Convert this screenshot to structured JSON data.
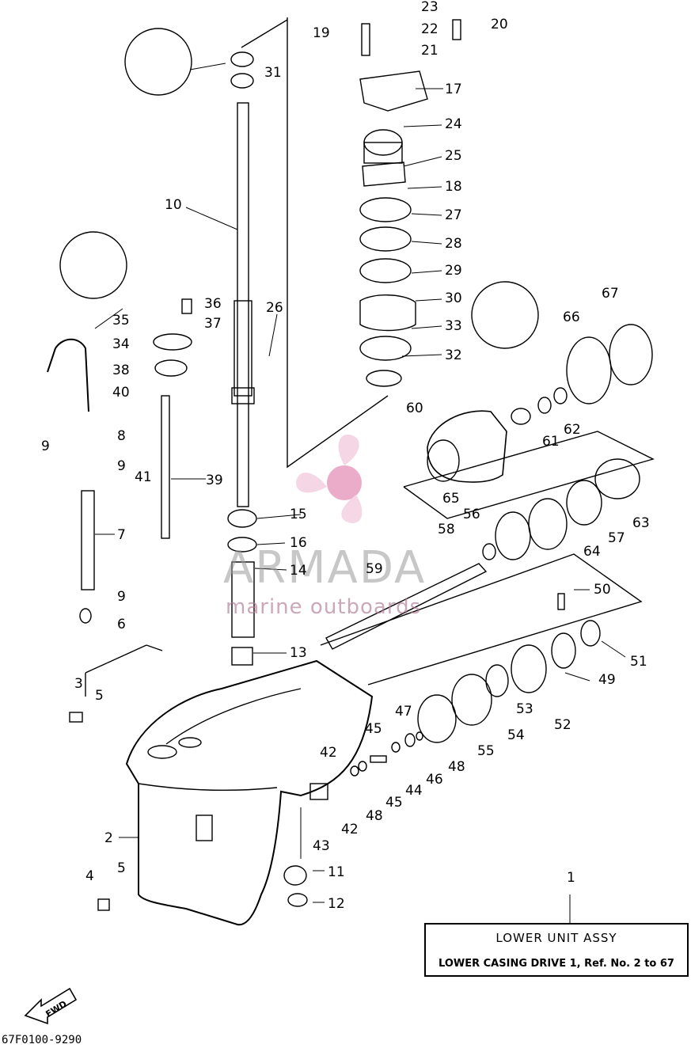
{
  "diagram": {
    "watermark": {
      "brand": "ARMADA",
      "tagline": "marine outboards"
    },
    "title_box": {
      "title": "LOWER  UNIT ASSY",
      "subtitle": "LOWER CASING DRIVE 1, Ref. No. 2 to 67"
    },
    "diagram_code": "67F0100-9290",
    "direction_label": "FWD",
    "callouts": [
      "1",
      "2",
      "3",
      "4",
      "5",
      "5",
      "6",
      "7",
      "8",
      "9",
      "9",
      "9",
      "10",
      "11",
      "12",
      "13",
      "14",
      "15",
      "16",
      "17",
      "18",
      "19",
      "20",
      "21",
      "22",
      "23",
      "24",
      "25",
      "26",
      "27",
      "28",
      "29",
      "30",
      "31",
      "32",
      "33",
      "34",
      "35",
      "36",
      "37",
      "38",
      "39",
      "40",
      "41",
      "42",
      "42",
      "43",
      "44",
      "45",
      "45",
      "46",
      "47",
      "48",
      "48",
      "49",
      "50",
      "51",
      "52",
      "53",
      "54",
      "55",
      "56",
      "57",
      "58",
      "59",
      "60",
      "61",
      "62",
      "63",
      "64",
      "65",
      "66",
      "67"
    ]
  }
}
